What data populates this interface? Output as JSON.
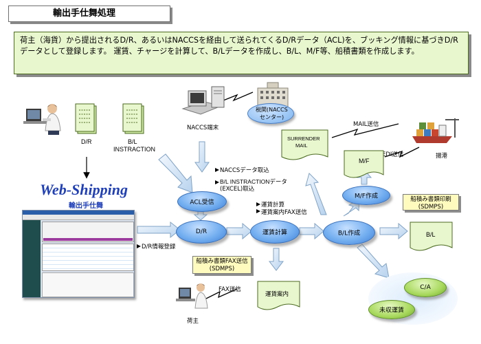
{
  "title": "輸出手仕舞処理",
  "intro": "荷主（海貨）から提出されるD/R、あるいはNACCSを経由して送られてくるD/Rデータ（ACL)を、ブッキング情報に基づきD/Rデータとして登録します。 運賃、チャージを計算して、B/Lデータを作成し、B/L、M/F等、船積書類を作成します。",
  "labels": {
    "dr": "D/R",
    "bl_instruction_line1": "B/L",
    "bl_instruction_line2": "INSTRACTION",
    "naccs_terminal": "NACCS端末",
    "customs_line1": "税関(NACCS",
    "customs_line2": "センター)",
    "mail": "MAIL送信",
    "edi": "EDI送信",
    "port": "揚港",
    "naccs_import": "NACCSデータ取込",
    "bl_instruction_import_line1": "B/L INSTRACTIONデータ",
    "bl_instruction_import_line2": "(EXCEL)取込",
    "freight_calc": "運賃計算",
    "freight_fax": "運賃案内FAX送信",
    "dr_register": "D/R情報登録",
    "fax_send": "FAX送信",
    "shipper": "荷主"
  },
  "web_shipping": {
    "title": "Web-Shipping",
    "subtitle": "輸出手仕舞"
  },
  "nodes": {
    "acl": "ACL受信",
    "dr": "D/R",
    "freight": "運賃計算",
    "bl_create": "B/L作成",
    "mf_create": "M/F作成",
    "ca": "C/A",
    "collect": "未収運賃"
  },
  "documents": {
    "surrender_line1": "SURRENDER",
    "surrender_line2": "MAIL",
    "mf": "M/F",
    "bl": "B/L",
    "freight_notice": "運賃案内"
  },
  "boxes": {
    "print_line1": "船積み書類印刷",
    "print_line2": "(SDMPS)",
    "fax_line1": "船積み書類FAX送信",
    "fax_line2": "(SDMPS)"
  }
}
